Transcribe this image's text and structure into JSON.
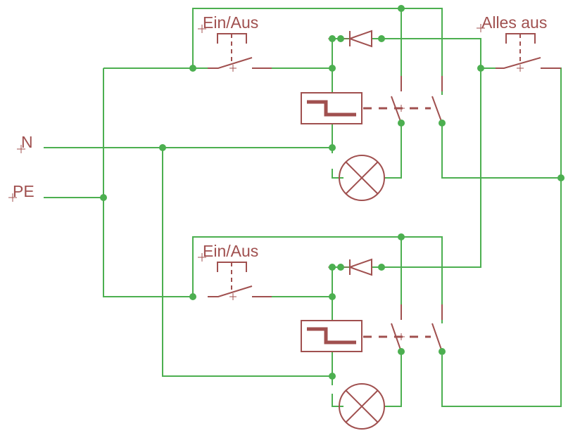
{
  "colors": {
    "wire": "#4caf50",
    "junction": "#4caf50",
    "symbol": "#a0504f",
    "background": "#ffffff"
  },
  "labels": {
    "neutral": "N",
    "earth": "PE",
    "switch_top": "Ein/Aus",
    "switch_bottom": "Ein/Aus",
    "switch_all_off": "Alles aus"
  }
}
